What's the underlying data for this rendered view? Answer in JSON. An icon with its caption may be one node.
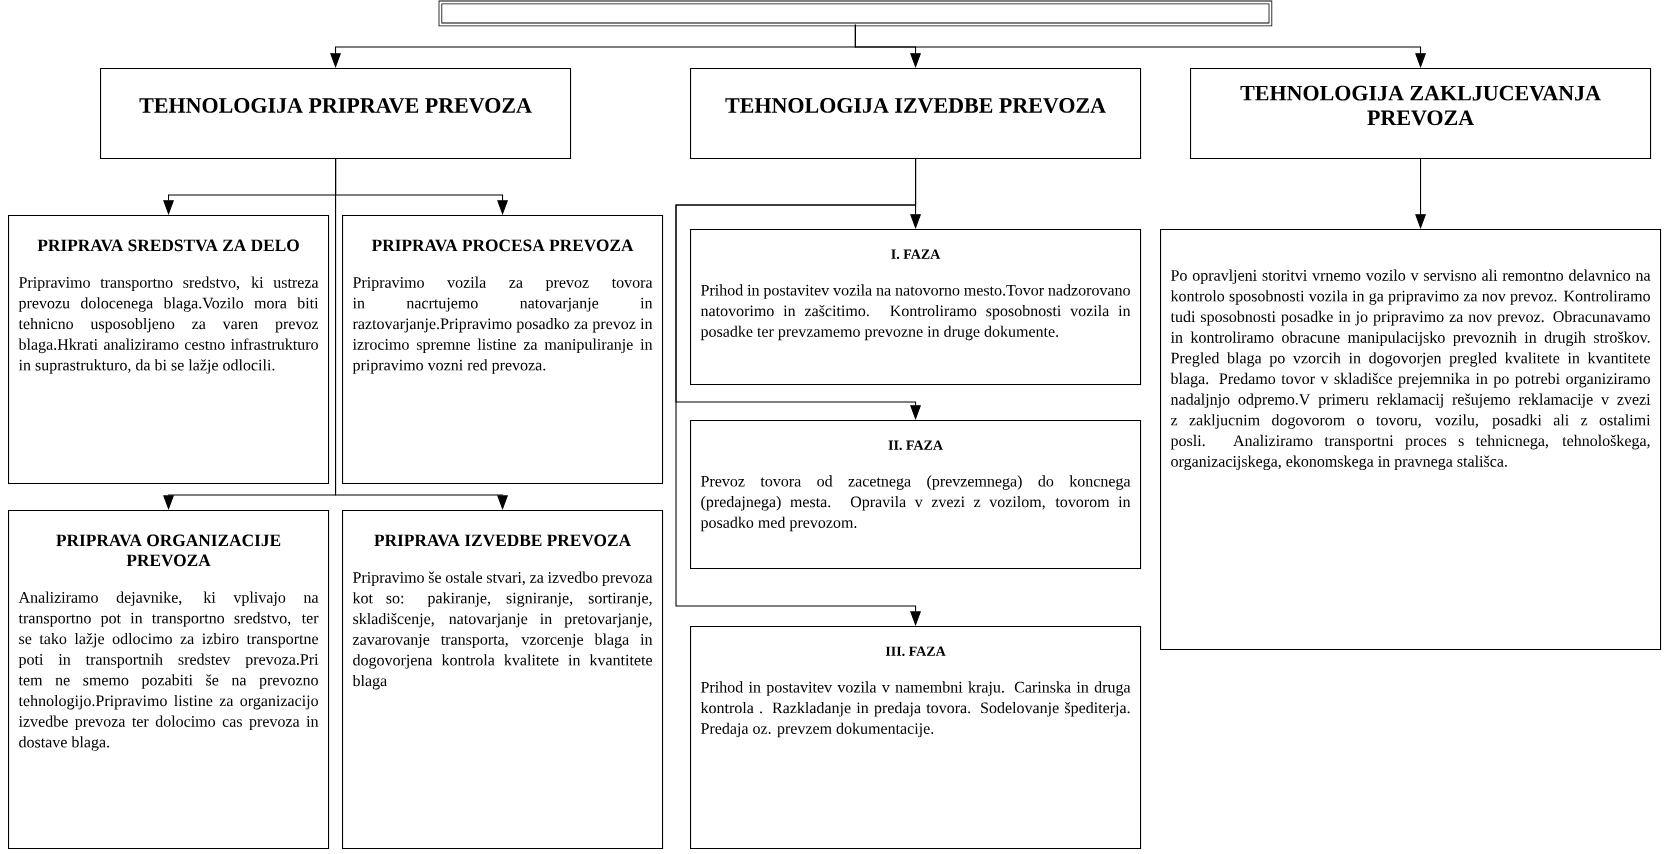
{
  "diagram": {
    "nodes": [
      {
        "text": [],
        "shape": "box"
      },
      {
        "text": [
          "TEHNOLOGIJA PRIPRAVE PREVOZA"
        ]
      },
      {
        "text": [
          "TEHNOLOGIJA IZVEDBE PREVOZA"
        ]
      },
      {
        "text": [
          "TEHNOLOGIJA ZAKLJUCEVANJA PREVOZA"
        ]
      },
      {
        "text": [
          "PRIPRAVA SREDSTVA ZA DELO",
          "Pripravimo transportno sredstvo, ki ustreza prevozu dolocenega blaga.Vozilo mora biti tehnicno usposobljeno za varen prevoz blaga.Hkrati analiziramo cestno infrastrukturo in suprastrukturo, da bi se lažje odlocili."
        ]
      },
      {
        "text": [
          "PRIPRAVA PROCESA PREVOZA",
          "Pripravimo vozila za prevoz tovora in nacrtujemo natovarjanje in raztovarjanje.Pripravimo posadko za prevoz in izrocimo spremne listine za manipuliranje in pripravimo vozni red prevoza."
        ]
      },
      {
        "text": [
          "PRIPRAVA ORGANIZACIJE PREVOZA",
          "Analiziramo dejavnike, ki vplivajo na transportno pot in transportno sredstvo, ter se tako lažje odlocimo za izbiro transportne poti in transportnih sredstev prevoza.Pri tem ne smemo pozabiti še na prevozno tehnologijo.Pripravimo listine za organizacijo izvedbe prevoza ter dolocimo cas prevoza in dostave blaga."
        ]
      },
      {
        "text": [
          "PRIPRAVA IZVEDBE PREVOZA",
          "Pripravimo še ostale stvari, za izvedbo prevoza kot so: pakiranje, signiranje, sortiranje, skladišcenje, natovarjanje in pretovarjanje, zavarovanje transporta, vzorcenje blaga in dogovorjena kontrola kvalitete in kvantitete blaga"
        ]
      },
      {
        "text": [
          "I. FAZA",
          "Prihod in postavitev vozila na natovorno mesto.Tovor nadzorovano natovorimo in zašcitimo. Kontroliramo sposobnosti vozila in posadke ter prevzamemo prevozne in druge dokumente."
        ]
      },
      {
        "text": [
          "II. FAZA",
          "Prevoz tovora od zacetnega (prevzemnega) do koncnega (predajnega) mesta. Opravila v zvezi z vozilom, tovorom in posadko med prevozom."
        ]
      },
      {
        "text": [
          "III. FAZA",
          "Prihod in postavitev vozila v namembni kraju. Carinska in druga kontrola . Razkladanje in predaja tovora. Sodelovanje špediterja. Predaja oz. prevzem dokumentacije."
        ]
      },
      {
        "text": [
          "Po opravljeni storitvi vrnemo vozilo v servisno ali remontno delavnico na kontrolo sposobnosti vozila in ga pripravimo za nov prevoz. Kontroliramo tudi sposobnosti posadke in jo pripravimo za nov prevoz. Obracunavamo in kontroliramo obracune manipulacijsko prevoznih in drugih stroškov. Pregled blaga po vzorcih in dogovorjen pregled kvalitete in kvantitete blaga. Predamo tovor v skladišce prejemnika in po potrebi organiziramo nadaljnjo odpremo.V primeru reklamacij rešujemo reklamacije v zvezi z zakljucnim dogovorom o tovoru, vozilu, posadki ali z ostalimi posli. Analiziramo transportni proces s tehnicnega, tehnološkega, organizacijskega, ekonomskega in pravnega stališca."
        ]
      }
    ],
    "edges": [
      {
        "from": 0,
        "to": 1,
        "arrow": "to"
      },
      {
        "from": 0,
        "to": 2,
        "arrow": "to"
      },
      {
        "from": 0,
        "to": 3,
        "arrow": "to"
      },
      {
        "from": 1,
        "to": 4,
        "arrow": "to"
      },
      {
        "from": 1,
        "to": 5,
        "arrow": "to"
      },
      {
        "from": 1,
        "to": 6,
        "arrow": "to"
      },
      {
        "from": 1,
        "to": 7,
        "arrow": "to"
      },
      {
        "from": 2,
        "to": 8,
        "arrow": "to"
      },
      {
        "from": 2,
        "to": 9,
        "arrow": "to"
      },
      {
        "from": 2,
        "to": 10,
        "arrow": "to"
      },
      {
        "from": 3,
        "to": 11,
        "arrow": "to"
      }
    ]
  }
}
